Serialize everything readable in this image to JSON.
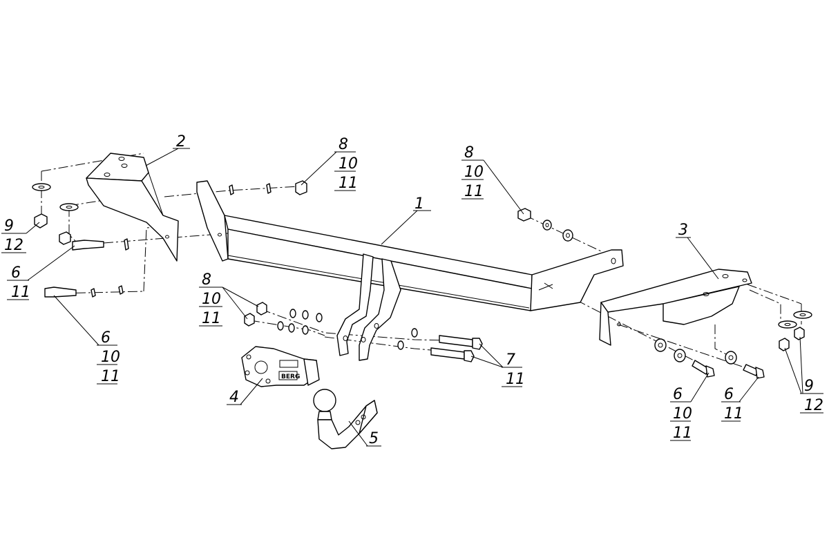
{
  "diagram": {
    "brand_mark": "BERG",
    "callouts": {
      "c2": [
        "2"
      ],
      "c9_left": [
        "9",
        "12"
      ],
      "c6_left_a": [
        "6",
        "11"
      ],
      "c6_left_b": [
        "6",
        "10",
        "11"
      ],
      "c8_top": [
        "8",
        "10",
        "11"
      ],
      "c8_mid": [
        "8",
        "10",
        "11"
      ],
      "c1": [
        "1"
      ],
      "c8_left": [
        "8",
        "10",
        "11"
      ],
      "c3": [
        "3"
      ],
      "c7": [
        "7",
        "11"
      ],
      "c4": [
        "4"
      ],
      "c5": [
        "5"
      ],
      "c6_right_a": [
        "6",
        "10",
        "11"
      ],
      "c6_right_b": [
        "6",
        "11"
      ],
      "c9_right": [
        "9",
        "12"
      ]
    }
  }
}
